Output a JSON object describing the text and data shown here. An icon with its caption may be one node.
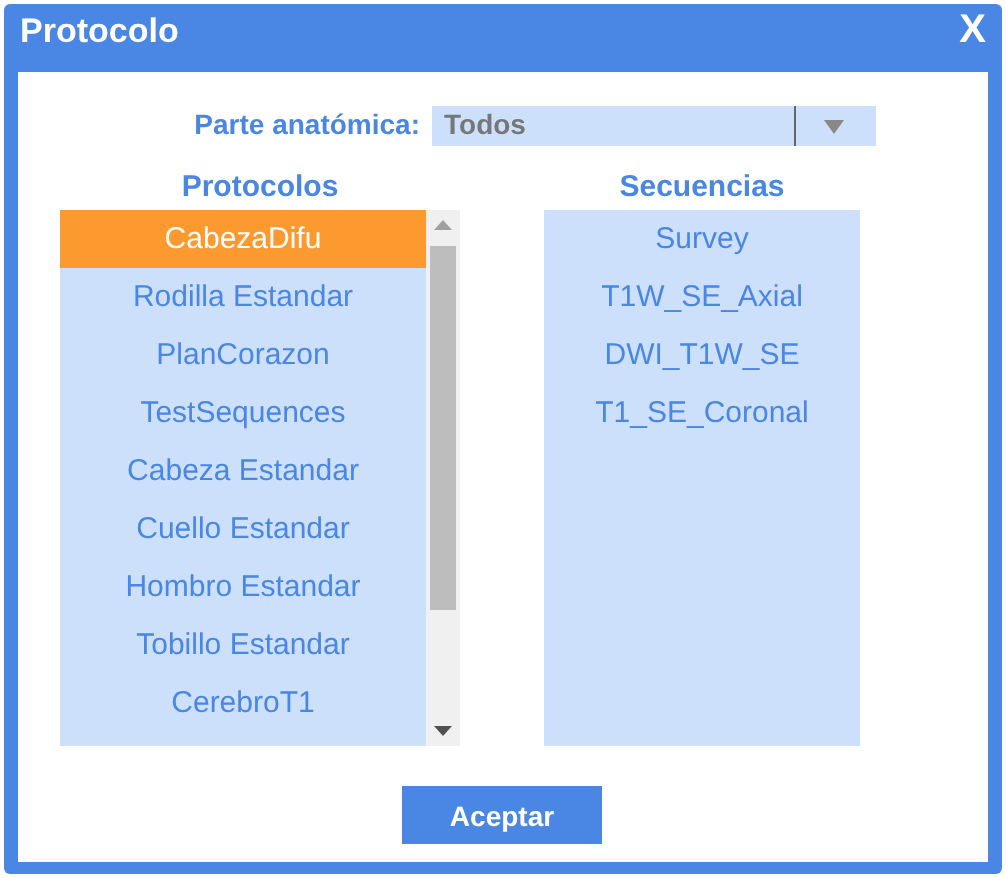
{
  "diagram": {
    "title": "Protocolo",
    "labels": [
      "X",
      "Parte anatómica:",
      "Todos",
      "Protocolos",
      "Secuencias",
      "CabezaDifu",
      "Rodilla Estandar",
      "PlanCorazon",
      "TestSequences",
      "Cabeza Estandar",
      "Cuello Estandar",
      "Hombro Estandar",
      "Tobillo Estandar",
      "CerebroT1",
      "Survey",
      "T1W_SE_Axial",
      "DWI_T1W_SE",
      "T1_SE_Coronal",
      "Aceptar"
    ]
  }
}
